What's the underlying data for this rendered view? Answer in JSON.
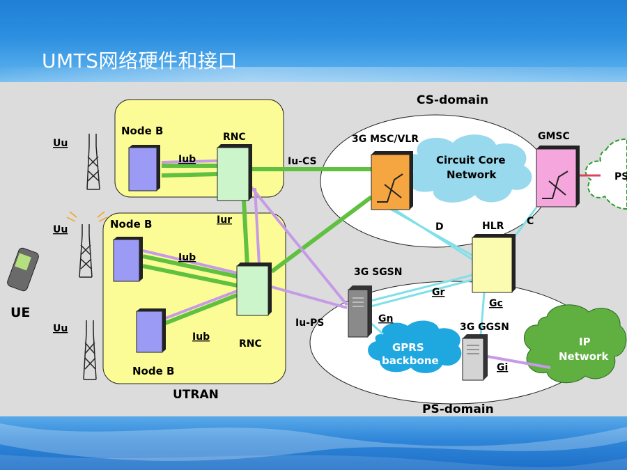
{
  "slide": {
    "title": "UMTS网络硬件和接口"
  },
  "labels": {
    "cs_domain": "CS-domain",
    "ps_domain": "PS-domain",
    "utran": "UTRAN",
    "ue": "UE",
    "uu_top": "Uu",
    "uu_mid": "Uu",
    "uu_bottom": "Uu",
    "node_b_top": "Node B",
    "node_b_mid": "Node B",
    "node_b_bottom": "Node B",
    "rnc_top": "RNC",
    "rnc_bottom": "RNC",
    "iub_top": "Iub",
    "iub_mid": "Iub",
    "iub_bottom": "Iub",
    "iur": "Iur",
    "iu_cs": "Iu-CS",
    "iu_ps": "Iu-PS",
    "msc_vlr": "3G MSC/VLR",
    "gmsc": "GMSC",
    "circuit_core_1": "Circuit Core",
    "circuit_core_2": "Network",
    "ps_cut": "PS",
    "hlr": "HLR",
    "d": "D",
    "c": "C",
    "sgsn": "3G SGSN",
    "gr": "Gr",
    "gc": "Gc",
    "gn": "Gn",
    "ggsn": "3G GGSN",
    "gprs_1": "GPRS",
    "gprs_2": "backbone",
    "gi": "Gi",
    "ip_1": "IP",
    "ip_2": "Network"
  },
  "colors": {
    "utran_fill": "#fcfc96",
    "node_b_fill": "#9b9bf5",
    "rnc_fill": "#ccf5cc",
    "msc_fill": "#f5a640",
    "gmsc_fill": "#f5a6dc",
    "hlr_fill": "#fcfcb0",
    "cloud_blue": "#99d9ee",
    "cloud_green": "#5fb040",
    "link_green": "#60c040",
    "link_purple": "#c69ae6",
    "link_cyan": "#80e0e8"
  }
}
